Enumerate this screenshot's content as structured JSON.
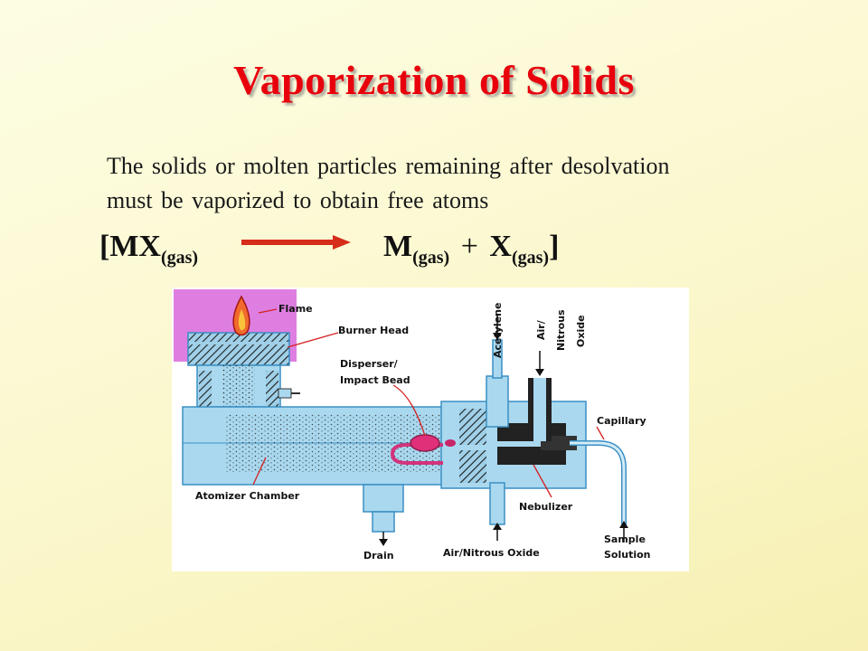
{
  "slide": {
    "title": "Vaporization of Solids",
    "text_line1": "The solids or molten particles remaining after  desolvation",
    "text_line2": "must be  vaporized  to obtain free atoms"
  },
  "equation": {
    "open_bracket": "[",
    "reactant": "MX",
    "reactant_sub": "(gas)",
    "product1": "M",
    "product1_sub": "(gas)",
    "plus": "+",
    "product2": "X",
    "product2_sub": "(gas)",
    "close_bracket": "]",
    "arrow_color": "#d62c1a"
  },
  "diagram": {
    "labels": {
      "flame": "Flame",
      "burner_head": "Burner Head",
      "disperser_1": "Disperser/",
      "disperser_2": "Impact Bead",
      "acetylene": "Acetylene",
      "air_1": "Air/",
      "air_2": "Nitrous",
      "air_3": "Oxide",
      "capillary": "Capillary",
      "atomizer_chamber": "Atomizer Chamber",
      "nebulizer": "Nebulizer",
      "drain": "Drain",
      "air_nitrous_oxide": "Air/Nitrous Oxide",
      "sample_1": "Sample",
      "sample_2": "Solution"
    },
    "colors": {
      "body_blue": "#a9d8ef",
      "outline_blue": "#3a8fc4",
      "flame_highlight": "#de7ee0",
      "bead_pink": "#e0307a",
      "tube_pink": "#d3337b",
      "hatch_black": "#222222",
      "leader_red": "#d42020"
    }
  }
}
